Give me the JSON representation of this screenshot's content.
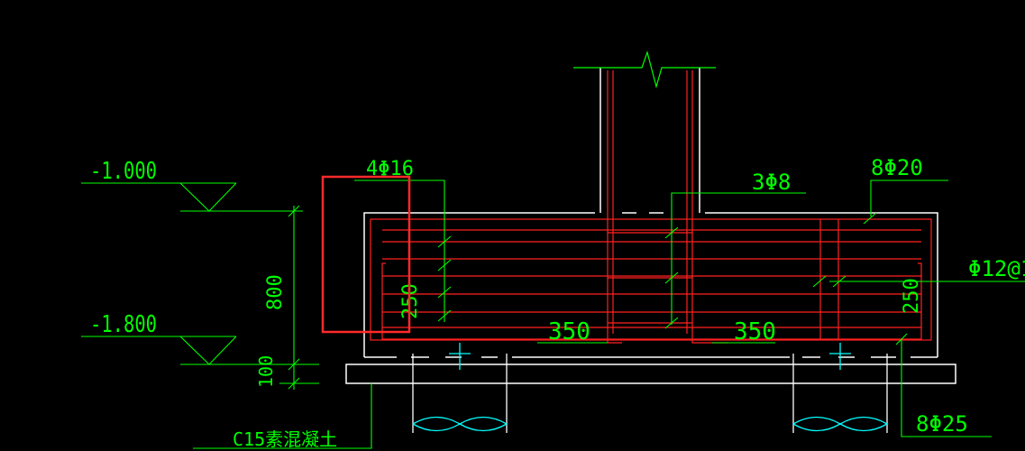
{
  "drawing": {
    "elevations": {
      "top": "-1.000",
      "bottom": "-1.800"
    },
    "dimensions": {
      "beam_height": "800",
      "cushion_thickness": "100",
      "left_end_height": "250",
      "right_end_height": "250",
      "left_span": "350",
      "right_span": "350"
    },
    "rebar_labels": {
      "top_side": "4Φ16",
      "stirrup": "3Φ8",
      "top_main": "8Φ20",
      "side_stirrup": "Φ12@1",
      "bottom_main": "8Φ25"
    },
    "material_note": "C15素混凝土"
  },
  "colors": {
    "background": "#000000",
    "outline": "#ffffff",
    "rebar": "#ff2020",
    "annotation": "#00ff00",
    "pile_cap": "#00ffff",
    "highlight": "#ff2a2a"
  }
}
